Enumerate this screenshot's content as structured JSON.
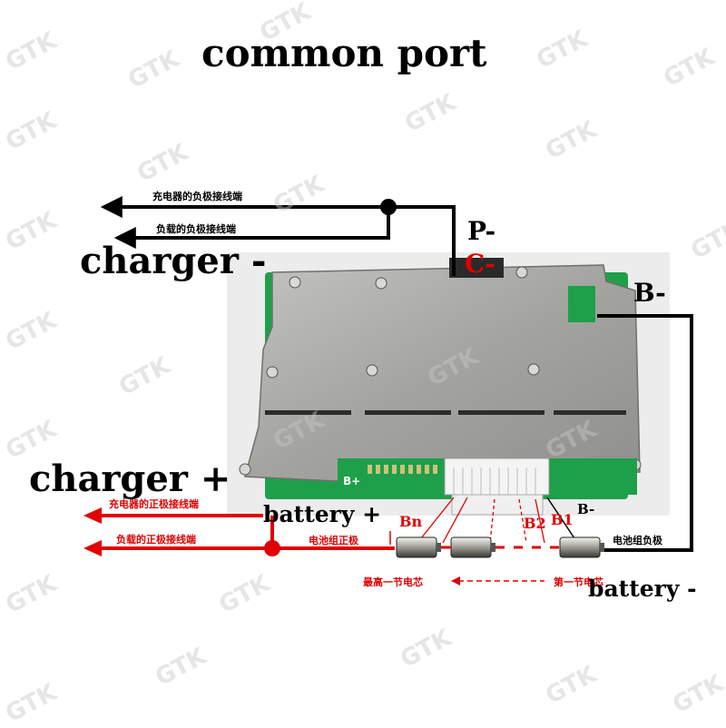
{
  "title": "common port",
  "labels": {
    "charger_minus": "charger -",
    "charger_plus": "charger +",
    "battery_plus": "battery +",
    "battery_minus": "battery -",
    "p_minus": "P-",
    "c_minus": "C-",
    "b_minus": "B-",
    "b_minus_small": "B-",
    "b_plus_board": "B+",
    "bn": "Bn",
    "b2": "B2",
    "b1": "B1"
  },
  "chinese": {
    "charger_negative": "充电器的负极接线端",
    "load_negative": "负载的负极接线端",
    "charger_positive": "充电器的正极接线端",
    "load_positive": "负载的正极接线端",
    "pack_positive": "电池组正极",
    "pack_negative": "电池组负极",
    "highest_cell": "最高一节电芯",
    "first_cell": "第一节电芯"
  },
  "watermark": "GTK",
  "colors": {
    "wire_black": "#000000",
    "wire_red": "#e00000",
    "board": "#a7a7a3",
    "pcb": "#1e9f4a",
    "watermark": "#c8c8c8"
  }
}
